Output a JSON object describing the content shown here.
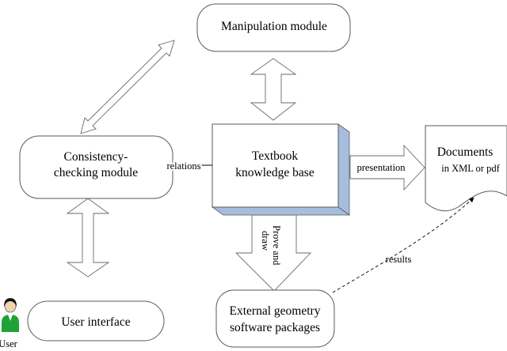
{
  "nodes": {
    "manipulation": {
      "label": "Manipulation module"
    },
    "consistency": {
      "line1": "Consistency-",
      "line2": "checking module"
    },
    "knowledge_base": {
      "line1": "Textbook",
      "line2": "knowledge base"
    },
    "documents": {
      "line1": "Documents",
      "line2": "in XML or pdf"
    },
    "external": {
      "line1": "External geometry",
      "line2": "software packages"
    },
    "user_interface": {
      "label": "User interface"
    },
    "user": {
      "label": "User"
    }
  },
  "edges": {
    "relations": "relations",
    "presentation": "presentation",
    "prove_line1": "Prove and",
    "prove_line2": "draw",
    "results": "results"
  },
  "colors": {
    "kb_shadow": "#a7bddf",
    "user_body": "#1fa236",
    "user_hair": "#111111",
    "box_stroke": "#5a5a5a"
  }
}
